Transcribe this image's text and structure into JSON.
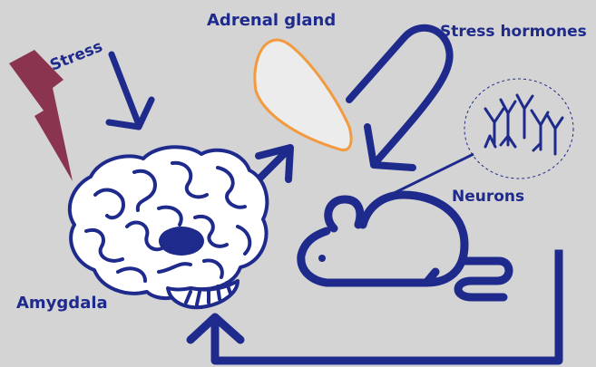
{
  "labels": {
    "stress": "Stress",
    "adrenal_gland": "Adrenal gland",
    "stress_hormones": "Stress hormones",
    "neurons": "Neurons",
    "amygdala": "Amygdala"
  },
  "colors": {
    "background": "#d4d4d4",
    "primary_navy": "#1e2a8c",
    "lightning": "#8a3450",
    "adrenal_fill": "#ececec",
    "adrenal_outline": "#f29a3d",
    "brain_fill": "#ffffff"
  },
  "icons": [
    "lightning-bolt-icon",
    "brain-icon",
    "mouse-icon",
    "adrenal-gland-shape",
    "neurons-cluster-icon"
  ]
}
